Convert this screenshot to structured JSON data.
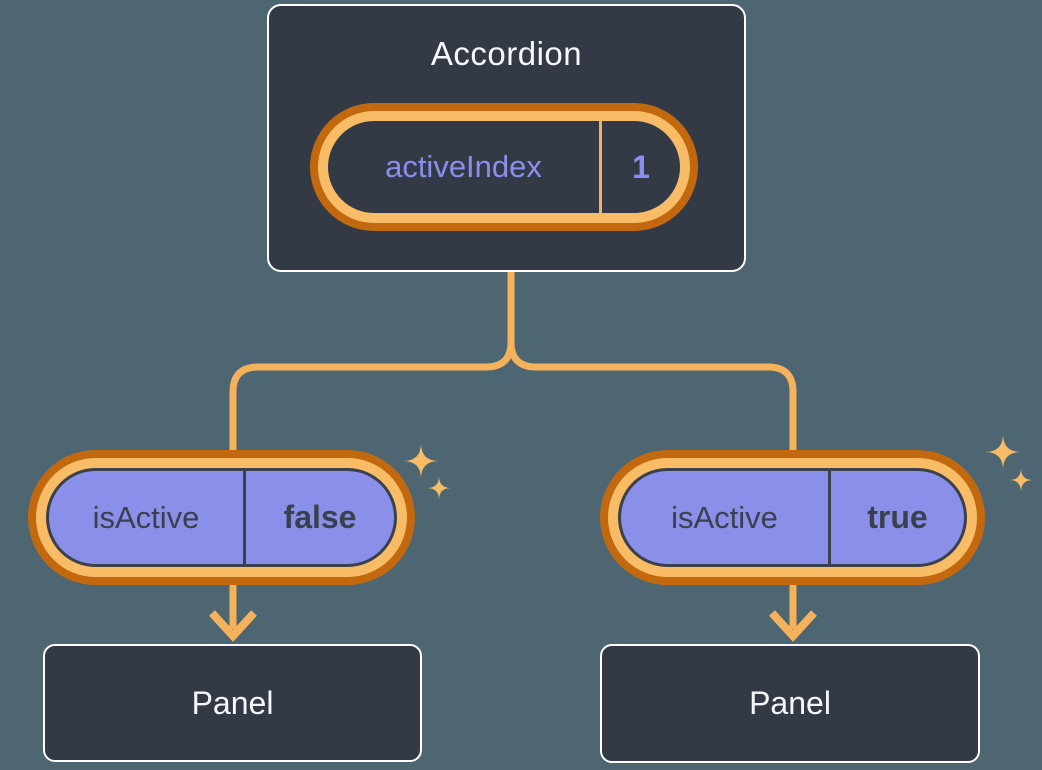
{
  "colors": {
    "background": "#4D6672",
    "node_fill": "#333A45",
    "node_border": "#FFFFFF",
    "node_text": "#F5F7FA",
    "state_purple_fill": "#8A90E9",
    "state_purple_text": "#8A8EEE",
    "state_dark_text": "#3A414C",
    "ring_dark_orange": "#C2690F",
    "ring_light_orange": "#F8BC66",
    "connector": "#F5B25C",
    "sparkle": "#F8BC66"
  },
  "diagram": {
    "root": {
      "title": "Accordion",
      "state": {
        "label": "activeIndex",
        "value": "1"
      }
    },
    "children": [
      {
        "state": {
          "label": "isActive",
          "value": "false"
        },
        "panel": {
          "label": "Panel"
        }
      },
      {
        "state": {
          "label": "isActive",
          "value": "true"
        },
        "panel": {
          "label": "Panel"
        }
      }
    ]
  }
}
